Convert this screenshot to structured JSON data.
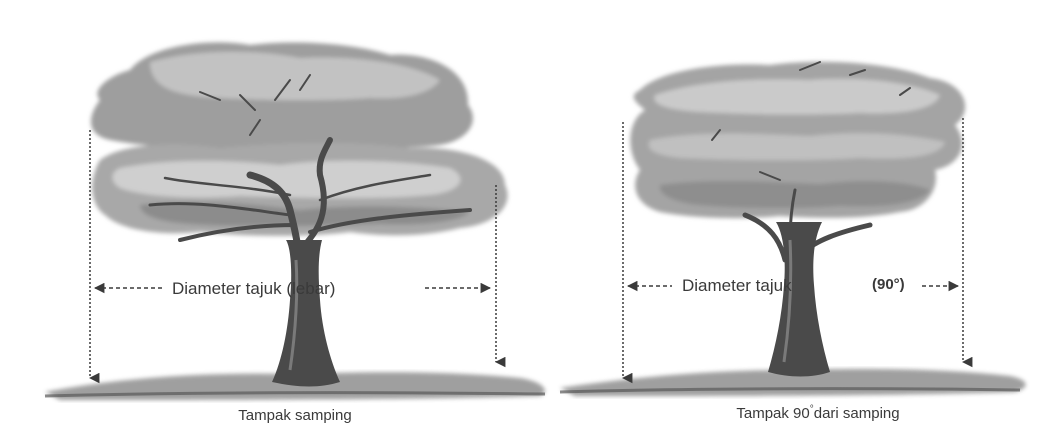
{
  "left_panel": {
    "dimension_label": "Diameter tajuk (lebar)",
    "caption": "Tampak samping"
  },
  "right_panel": {
    "dimension_label": "Diameter tajuk",
    "angle_label": "(90°)",
    "caption_prefix": "Tampak 90",
    "caption_degree": "°",
    "caption_suffix": "dari samping"
  },
  "colors": {
    "canopy_light": "#c4c4c4",
    "canopy_mid": "#9c9c9c",
    "canopy_dark": "#6e6e6e",
    "trunk": "#4a4a4a",
    "ground": "#8a8a8a",
    "line": "#3a3a3a"
  }
}
